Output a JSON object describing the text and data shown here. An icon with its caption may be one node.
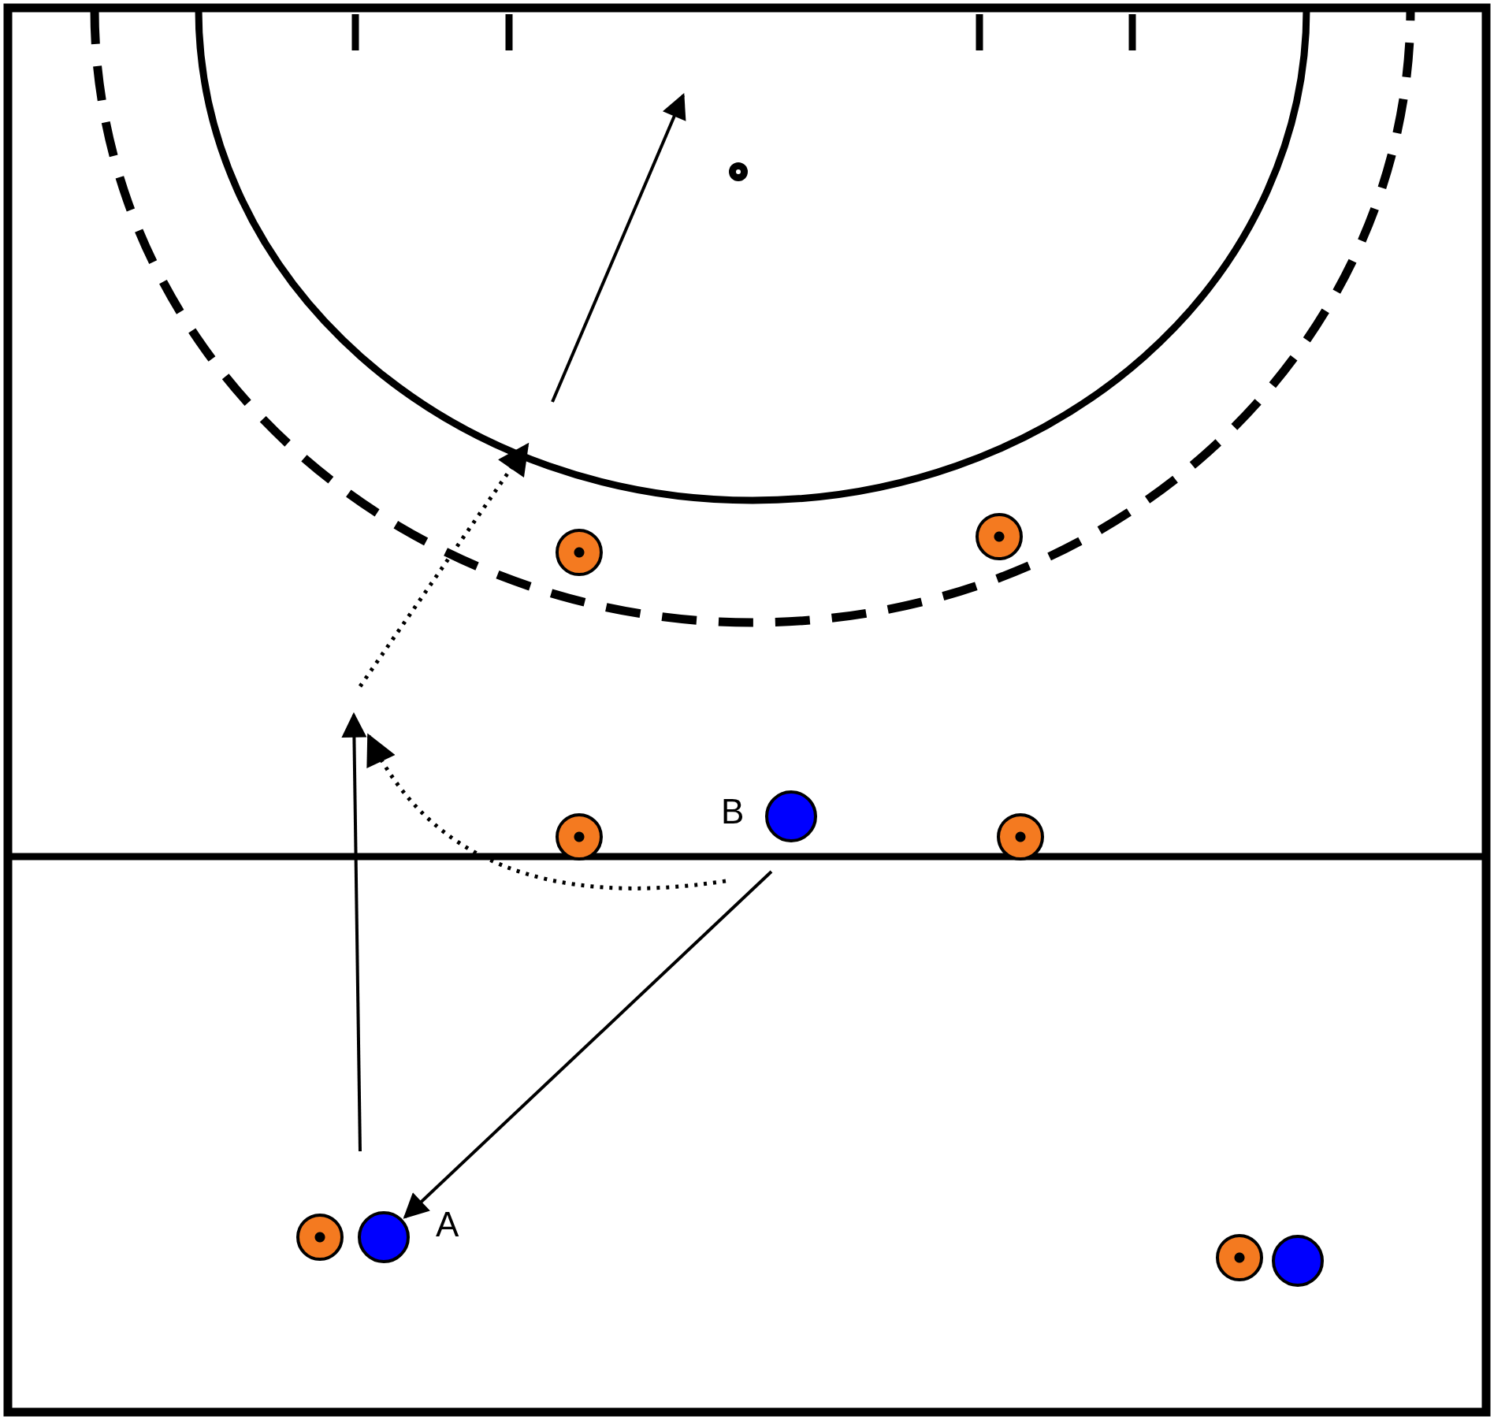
{
  "diagram": {
    "nodes": [
      {
        "text": [],
        "shape": "target"
      },
      {
        "text": [],
        "shape": "target"
      },
      {
        "text": [],
        "shape": "dot",
        "beside": [
          "B"
        ]
      },
      {
        "text": [],
        "shape": "target"
      },
      {
        "text": [],
        "shape": "target"
      },
      {
        "text": [],
        "shape": "target"
      },
      {
        "text": [],
        "shape": "dot",
        "beside": [
          "A"
        ]
      },
      {
        "text": [],
        "shape": "target"
      },
      {
        "text": [],
        "shape": "dot"
      }
    ],
    "edges": [
      {
        "from": 2,
        "to": 6,
        "arrow": "to"
      },
      {
        "from": 6,
        "to": null,
        "arrow": "to"
      },
      {
        "from": 2,
        "to": null,
        "arrow": "to",
        "style": "dashed"
      }
    ]
  }
}
